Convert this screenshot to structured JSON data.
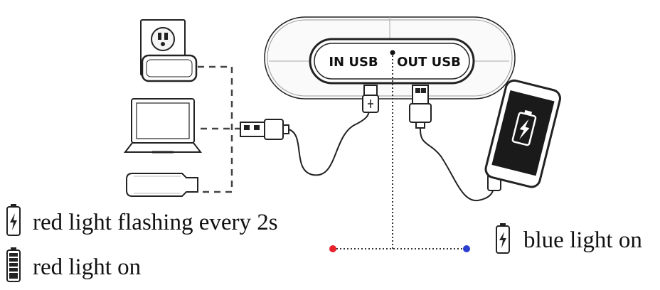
{
  "powerbank": {
    "port_in_label": "IN USB",
    "port_out_label": "OUT USB"
  },
  "sources": [
    "wall-adapter",
    "laptop",
    "car-charger"
  ],
  "legend": {
    "flashing_label": "red light flashing every 2s",
    "solid_label": "red light on",
    "blue_label": "blue light on"
  },
  "indicator_colors": {
    "red": "#e8202a",
    "blue": "#2a3fd0"
  },
  "icons": [
    "wall-outlet-icon",
    "laptop-icon",
    "car-charger-icon",
    "usb-plug-icon",
    "micro-usb-plug-icon",
    "smartphone-icon",
    "lightning-icon",
    "battery-flashing-icon",
    "battery-full-icon",
    "battery-charging-icon"
  ]
}
